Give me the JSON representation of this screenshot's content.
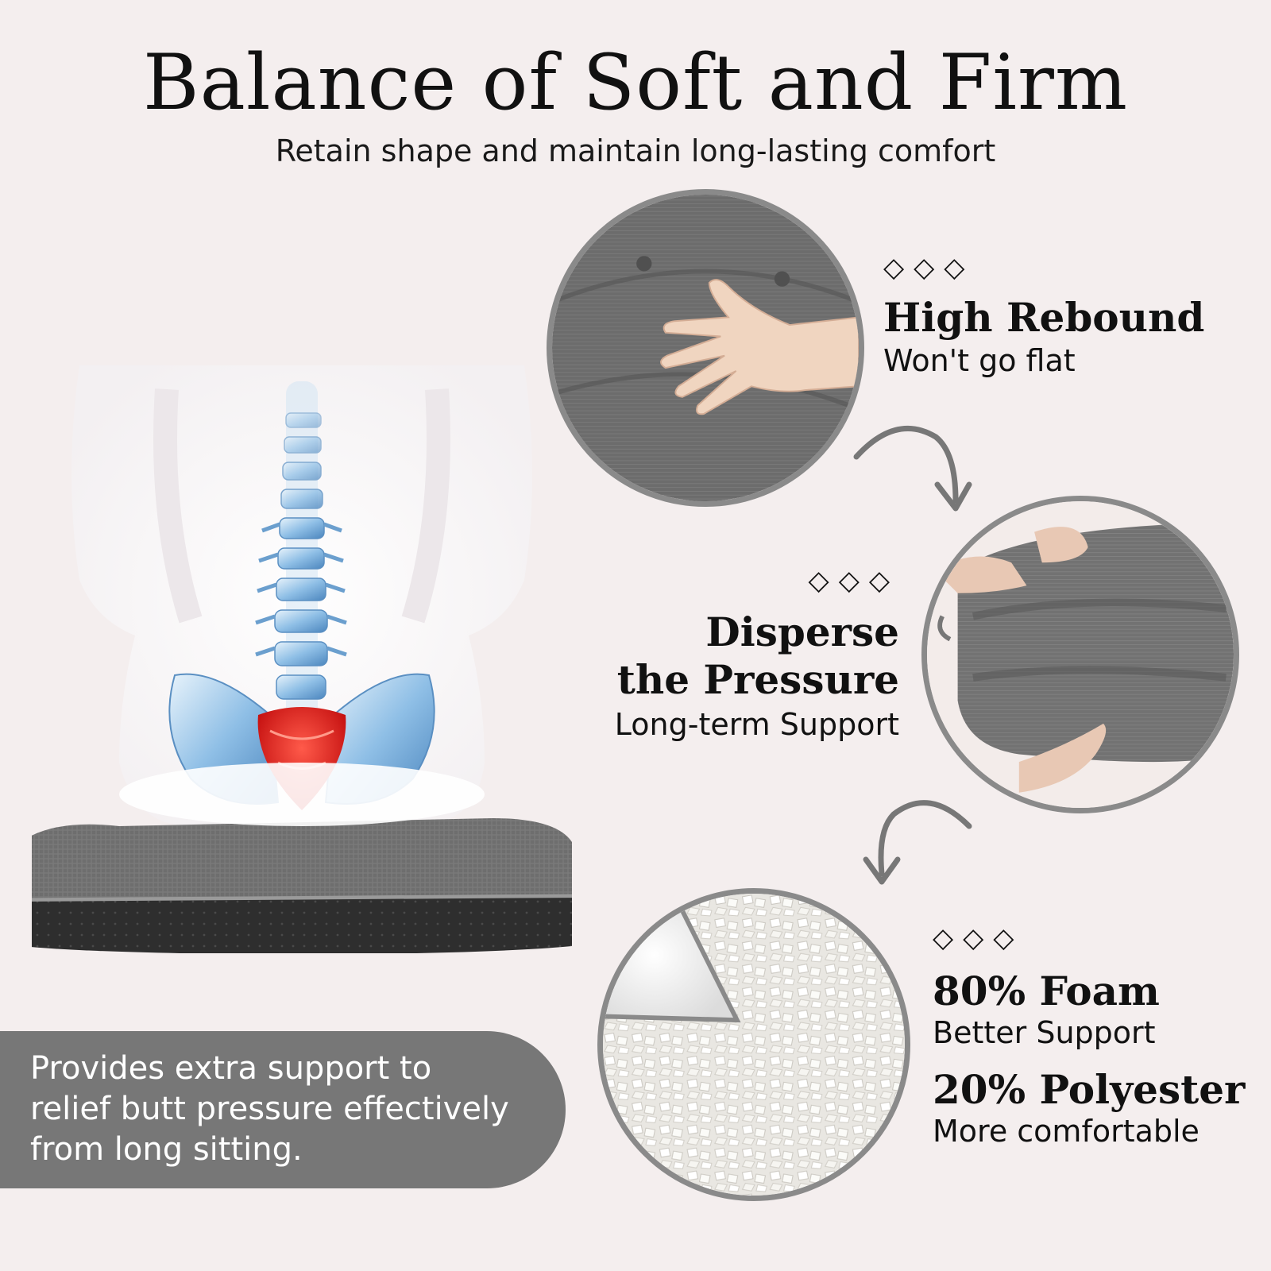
{
  "header": {
    "title": "Balance of Soft and Firm",
    "subtitle": "Retain shape and maintain long-lasting comfort"
  },
  "features": [
    {
      "diamonds": "◇◇◇",
      "heading": "High Rebound",
      "description": "Won't go flat"
    },
    {
      "diamonds": "◇◇◇",
      "heading_line1": "Disperse",
      "heading_line2": "the Pressure",
      "description": "Long-term Support"
    },
    {
      "diamonds": "◇◇◇",
      "heading": "80% Foam",
      "description": "Better Support",
      "heading2": "20% Polyester",
      "description2": "More comfortable"
    }
  ],
  "callout": {
    "line1": "Provides extra support to",
    "line2": "relief butt pressure effectively",
    "line3": "from long sitting."
  },
  "colors": {
    "background": "#f4eeee",
    "cushion_gray": "#6f6f6f",
    "circle_border": "#8a8a8a",
    "callout_bg": "#777777",
    "pressure_red": "#d41b1b",
    "spine_blue": "#7fb3e0"
  }
}
